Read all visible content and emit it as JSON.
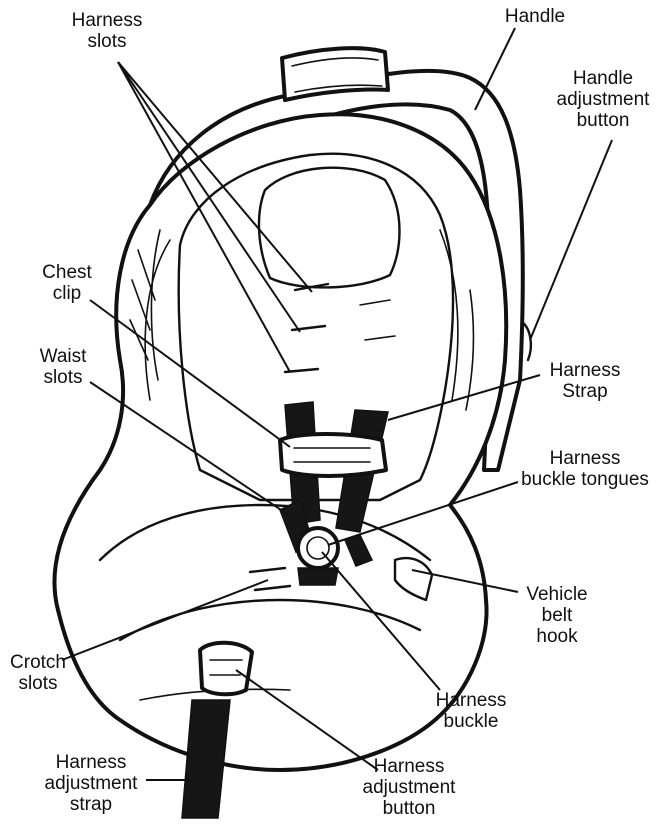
{
  "labels": {
    "harness_slots": [
      "Harness",
      "slots"
    ],
    "handle": [
      "Handle"
    ],
    "handle_adjustment_button": [
      "Handle",
      "adjustment",
      "button"
    ],
    "chest_clip": [
      "Chest",
      "clip"
    ],
    "waist_slots": [
      "Waist",
      "slots"
    ],
    "harness_strap": [
      "Harness",
      "Strap"
    ],
    "harness_buckle_tongues": [
      "Harness",
      "buckle tongues"
    ],
    "vehicle_belt_hook": [
      "Vehicle",
      "belt",
      "hook"
    ],
    "crotch_slots": [
      "Crotch",
      "slots"
    ],
    "harness_buckle": [
      "Harness",
      "buckle"
    ],
    "harness_adjustment_strap": [
      "Harness",
      "adjustment",
      "strap"
    ],
    "harness_adjustment_button": [
      "Harness",
      "adjustment",
      "button"
    ]
  }
}
